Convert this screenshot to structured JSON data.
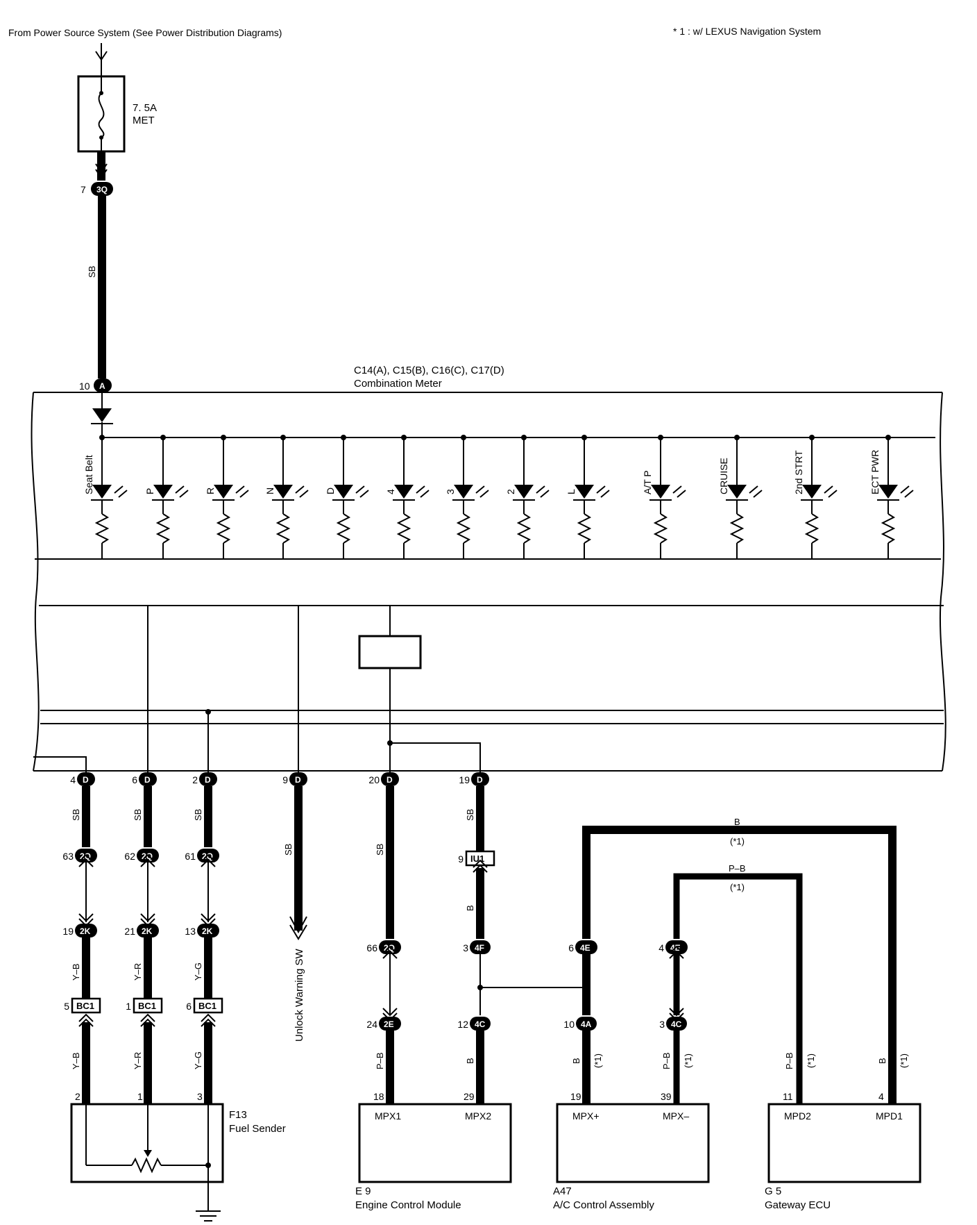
{
  "header": {
    "power_source": "From Power Source System (See Power Distribution Diagrams)",
    "footnote": "* 1 : w/ LEXUS Navigation System"
  },
  "fuse": {
    "rating": "7. 5A",
    "name": "MET"
  },
  "meter": {
    "connectors": "C14(A), C15(B), C16(C), C17(D)",
    "name": "Combination Meter",
    "indicators": [
      "Seat Belt",
      "P",
      "R",
      "N",
      "D",
      "4",
      "3",
      "2",
      "L",
      "A/T P",
      "CRUISE",
      "2nd STRT",
      "ECT PWR"
    ]
  },
  "wire_colors": {
    "sb": "SB",
    "b": "B",
    "pb": "P–B",
    "yb": "Y–B",
    "yr": "Y–R",
    "yg": "Y–G",
    "note1": "(*1)"
  },
  "connectors": {
    "c3q": {
      "code": "3Q",
      "pin": "7"
    },
    "a10": {
      "code": "A",
      "pin": "10"
    },
    "d4": {
      "code": "D",
      "pin": "4"
    },
    "d6": {
      "code": "D",
      "pin": "6"
    },
    "d2": {
      "code": "D",
      "pin": "2"
    },
    "d9": {
      "code": "D",
      "pin": "9"
    },
    "d20": {
      "code": "D",
      "pin": "20"
    },
    "d19": {
      "code": "D",
      "pin": "19"
    },
    "q63": {
      "code": "2Q",
      "pin": "63"
    },
    "q62": {
      "code": "2Q",
      "pin": "62"
    },
    "q61": {
      "code": "2Q",
      "pin": "61"
    },
    "iu1": {
      "code": "IU1",
      "pin": "9"
    },
    "k19": {
      "code": "2K",
      "pin": "19"
    },
    "k21": {
      "code": "2K",
      "pin": "21"
    },
    "k13": {
      "code": "2K",
      "pin": "13"
    },
    "q66": {
      "code": "2Q",
      "pin": "66"
    },
    "f3": {
      "code": "4F",
      "pin": "3"
    },
    "e6": {
      "code": "4E",
      "pin": "6"
    },
    "e4": {
      "code": "4E",
      "pin": "4"
    },
    "bc5": {
      "code": "BC1",
      "pin": "5"
    },
    "bc1": {
      "code": "BC1",
      "pin": "1"
    },
    "bc6": {
      "code": "BC1",
      "pin": "6"
    },
    "e24": {
      "code": "2E",
      "pin": "24"
    },
    "c12": {
      "code": "4C",
      "pin": "12"
    },
    "a10b": {
      "code": "4A",
      "pin": "10"
    },
    "c3": {
      "code": "4C",
      "pin": "3"
    }
  },
  "unlock": "Unlock Warning SW",
  "fuel_sender": {
    "id": "F13",
    "name": "Fuel Sender",
    "pins": [
      "2",
      "1",
      "3"
    ]
  },
  "ecm": {
    "id": "E 9",
    "name": "Engine Control Module",
    "pin1": "18",
    "label1": "MPX1",
    "pin2": "29",
    "label2": "MPX2"
  },
  "ac": {
    "id": "A47",
    "name": "A/C Control Assembly",
    "pin1": "19",
    "label1": "MPX+",
    "pin2": "39",
    "label2": "MPX–"
  },
  "gateway": {
    "id": "G 5",
    "name": "Gateway ECU",
    "pin1": "11",
    "label1": "MPD2",
    "pin2": "4",
    "label2": "MPD1"
  }
}
